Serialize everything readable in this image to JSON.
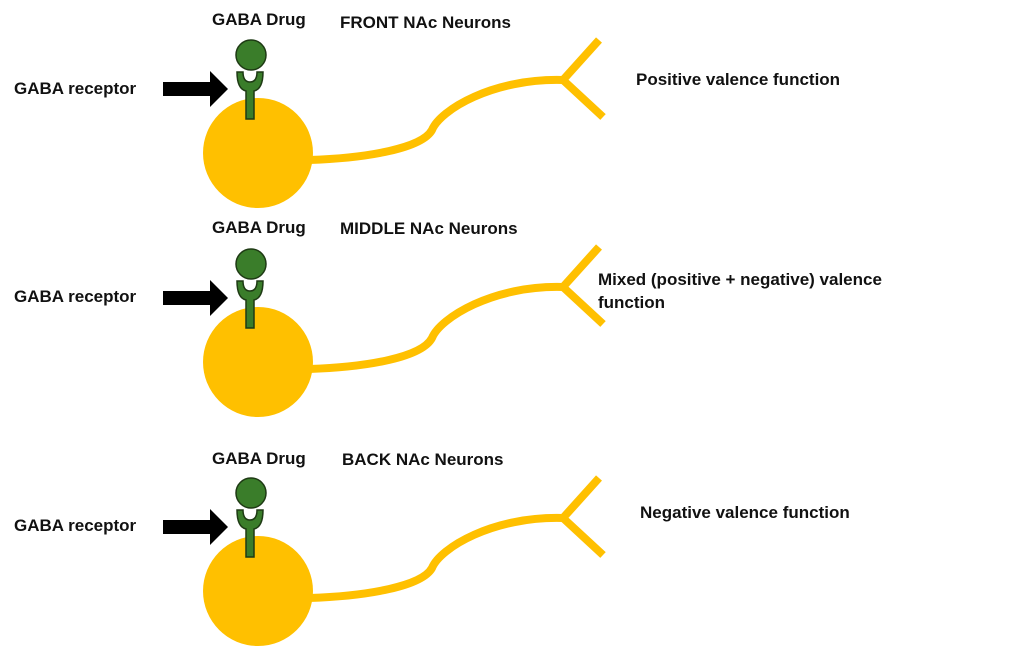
{
  "colors": {
    "neuron": "#FFC000",
    "drug": "#3A7D2A",
    "receptor": "#3A7D2A",
    "outline": "#1E3A14",
    "arrow": "#000000",
    "text": "#111111"
  },
  "rows": [
    {
      "drug_label": "GABA Drug",
      "region_label": "FRONT NAc Neurons",
      "receptor_label": "GABA receptor",
      "function_label": "Positive valence function"
    },
    {
      "drug_label": "GABA Drug",
      "region_label": "MIDDLE NAc Neurons",
      "receptor_label": "GABA receptor",
      "function_label": "Mixed (positive + negative) valence function"
    },
    {
      "drug_label": "GABA Drug",
      "region_label": "BACK NAc Neurons",
      "receptor_label": "GABA receptor",
      "function_label": "Negative valence function"
    }
  ]
}
